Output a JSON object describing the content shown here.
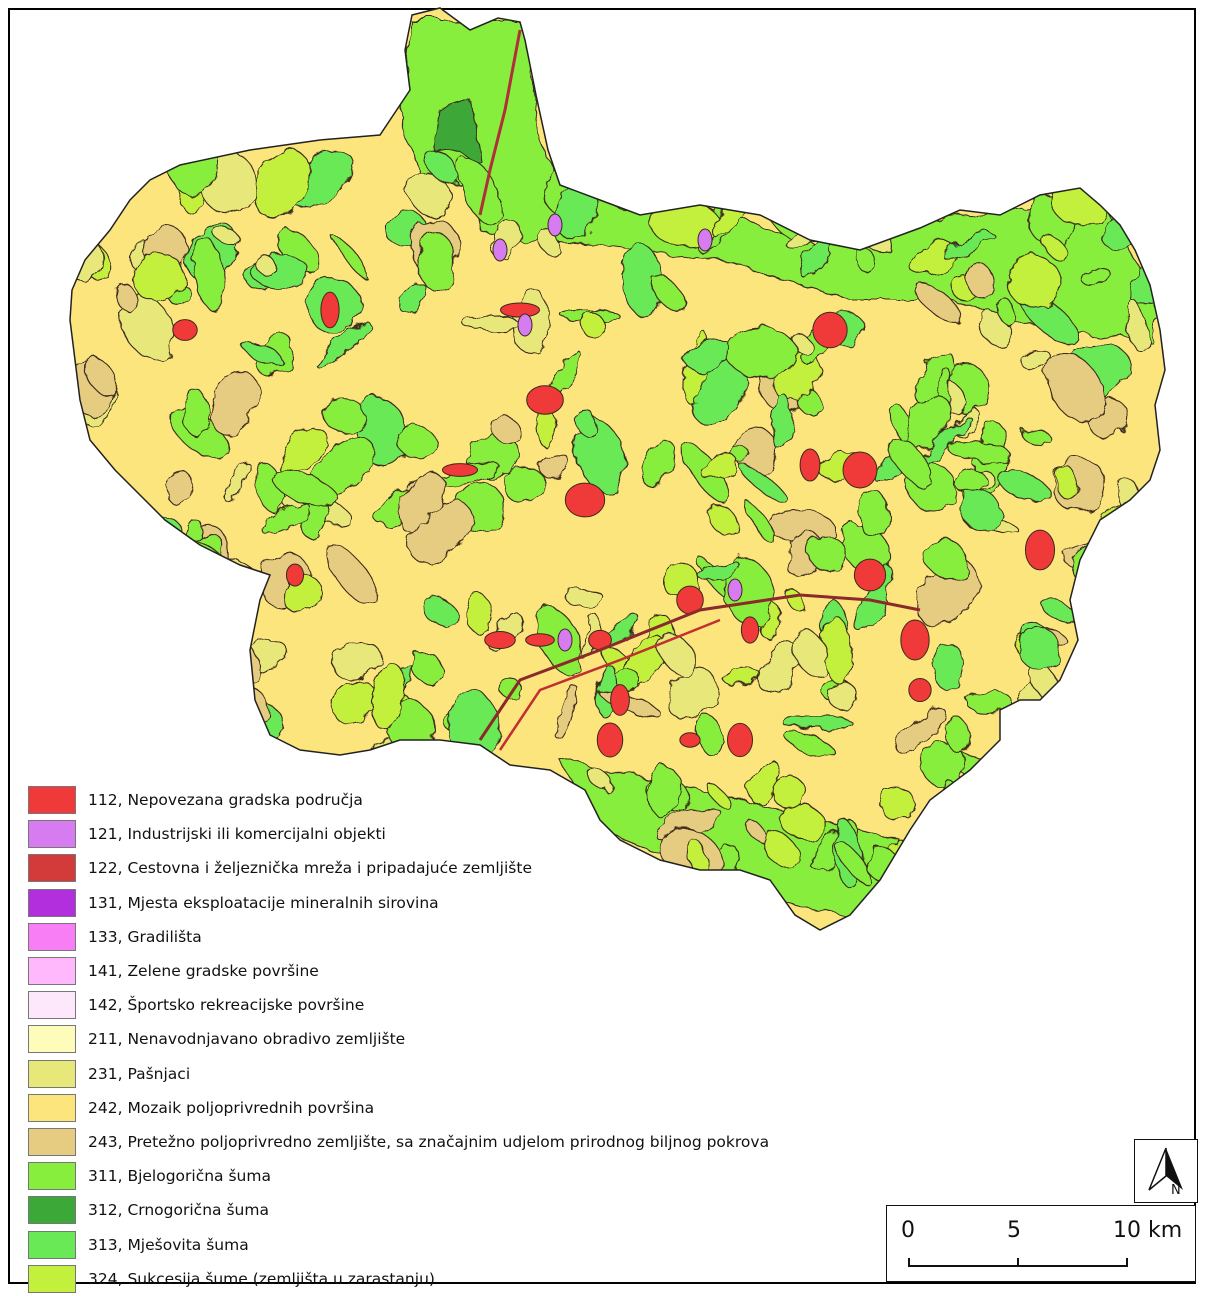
{
  "legend": [
    {
      "label": "112, Nepovezana gradska područja",
      "color": "#f03a3a"
    },
    {
      "label": "121, Industrijski ili komercijalni  objekti",
      "color": "#d67cf0"
    },
    {
      "label": "122, Cestovna i željeznička mreža i pripadajuće zemljište",
      "color": "#d33a3a"
    },
    {
      "label": "131, Mjesta eksploatacije mineralnih sirovina",
      "color": "#b12fdc"
    },
    {
      "label": "133, Gradilišta",
      "color": "#f87ef5"
    },
    {
      "label": "141, Zelene gradske površine",
      "color": "#ffb8fb"
    },
    {
      "label": "142, Športsko rekreacijske površine",
      "color": "#fde8fb"
    },
    {
      "label": "211, Nenavodnjavano obradivo zemljište",
      "color": "#fefcbb"
    },
    {
      "label": "231, Pašnjaci",
      "color": "#e7e77a"
    },
    {
      "label": "242, Mozaik poljoprivrednih površina",
      "color": "#fde57e"
    },
    {
      "label": "243, Pretežno poljoprivredno zemljište, sa značajnim udjelom prirodnog biljnog pokrova",
      "color": "#e6cc80"
    },
    {
      "label": "311, Bjelogorična šuma",
      "color": "#88ee3e"
    },
    {
      "label": "312, Crnogorična šuma",
      "color": "#3ca838"
    },
    {
      "label": "313, Mješovita šuma",
      "color": "#6ae956"
    },
    {
      "label": "324, Sukcesija šume (zemljišta u zarastanju)",
      "color": "#c3f03c"
    }
  ],
  "north_arrow": {
    "letter": "N"
  },
  "scale_bar": {
    "labels": [
      "0",
      "5",
      "10 km"
    ]
  }
}
